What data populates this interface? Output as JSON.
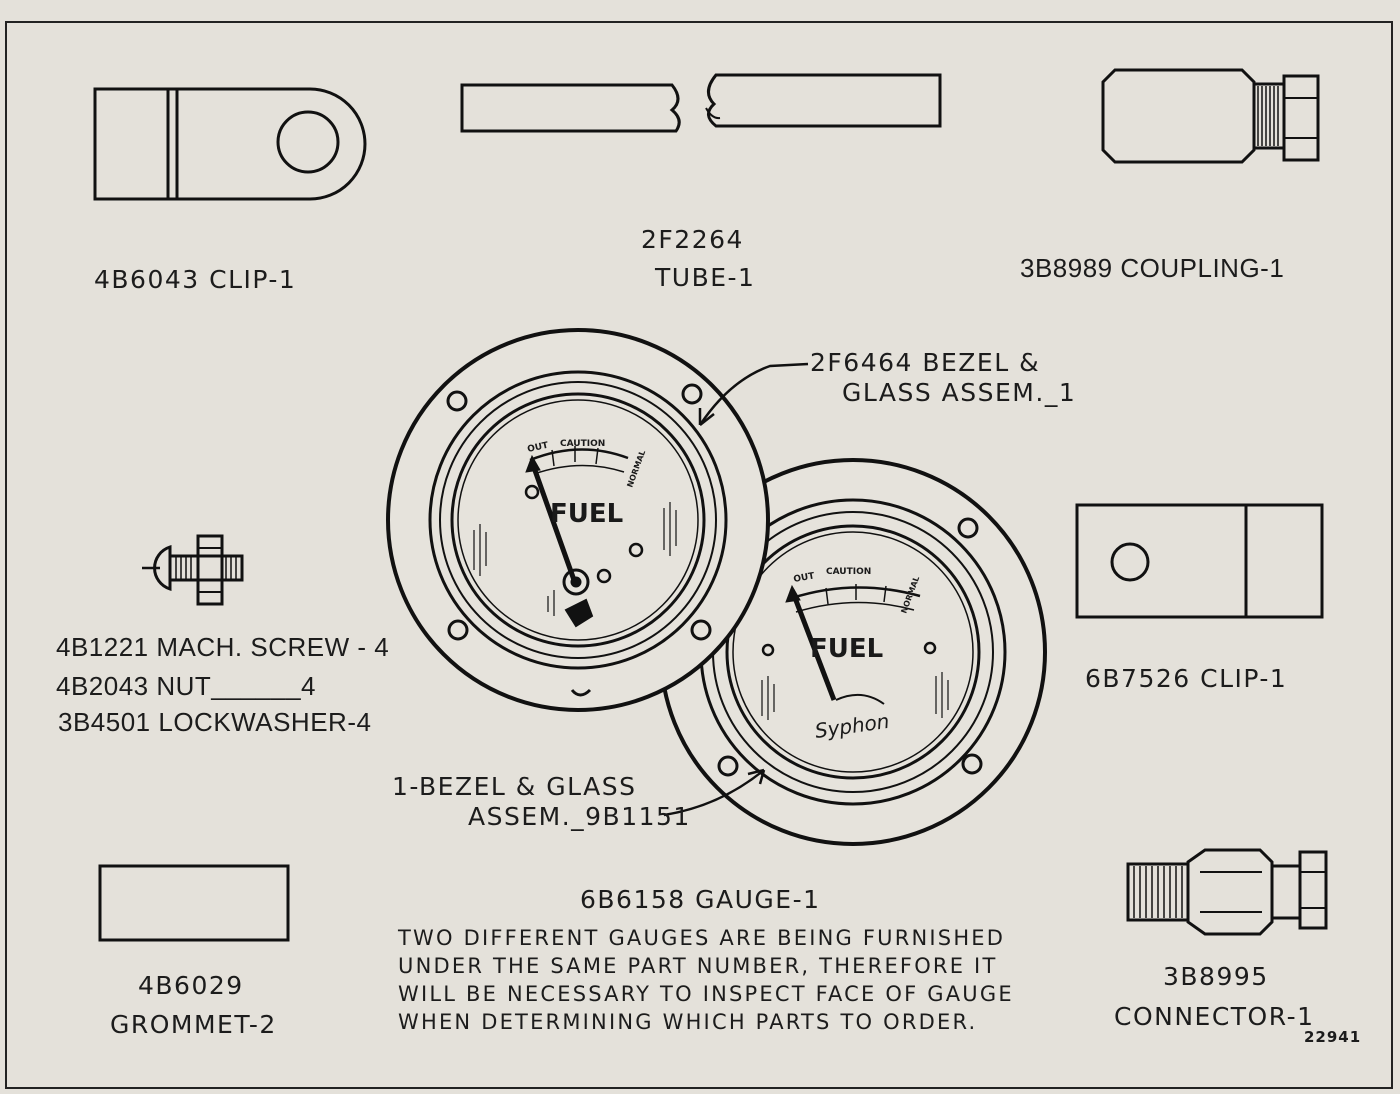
{
  "parts": {
    "clip_top": "4B6043 CLIP-1",
    "tube_number": "2F2264",
    "tube_name": "TUBE-1",
    "coupling": "3B8989 COUPLING-1",
    "bezel_top_line1": "2F6464 BEZEL &",
    "bezel_top_line2": "GLASS ASSEM._1",
    "screw": "4B1221 MACH. SCREW - 4",
    "nut": "4B2043 NUT______4",
    "lockwasher": "3B4501 LOCKWASHER-4",
    "clip_right": "6B7526 CLIP-1",
    "bezel_bottom_line1": "1-BEZEL & GLASS",
    "bezel_bottom_line2": "ASSEM._9B1151",
    "gauge": "6B6158 GAUGE-1",
    "grommet_number": "4B6029",
    "grommet_name": "GROMMET-2",
    "connector_number": "3B8995",
    "connector_name": "CONNECTOR-1",
    "drawing_number": "22941"
  },
  "note": "TWO DIFFERENT GAUGES ARE BEING FURNISHED\nUNDER THE SAME PART NUMBER, THEREFORE IT\nWILL BE NECESSARY TO INSPECT FACE OF GAUGE\nWHEN DETERMINING WHICH PARTS TO ORDER.",
  "gauge_left": {
    "out": "OUT",
    "caution": "CAUTION",
    "normal": "NORMAL",
    "fuel": "FUEL"
  },
  "gauge_right": {
    "out": "OUT",
    "caution": "CAUTION",
    "normal": "NORMAL",
    "fuel": "FUEL",
    "brand": "Syphon"
  },
  "colors": {
    "paper": "#e4e1da",
    "ink": "#1c1c1c"
  }
}
